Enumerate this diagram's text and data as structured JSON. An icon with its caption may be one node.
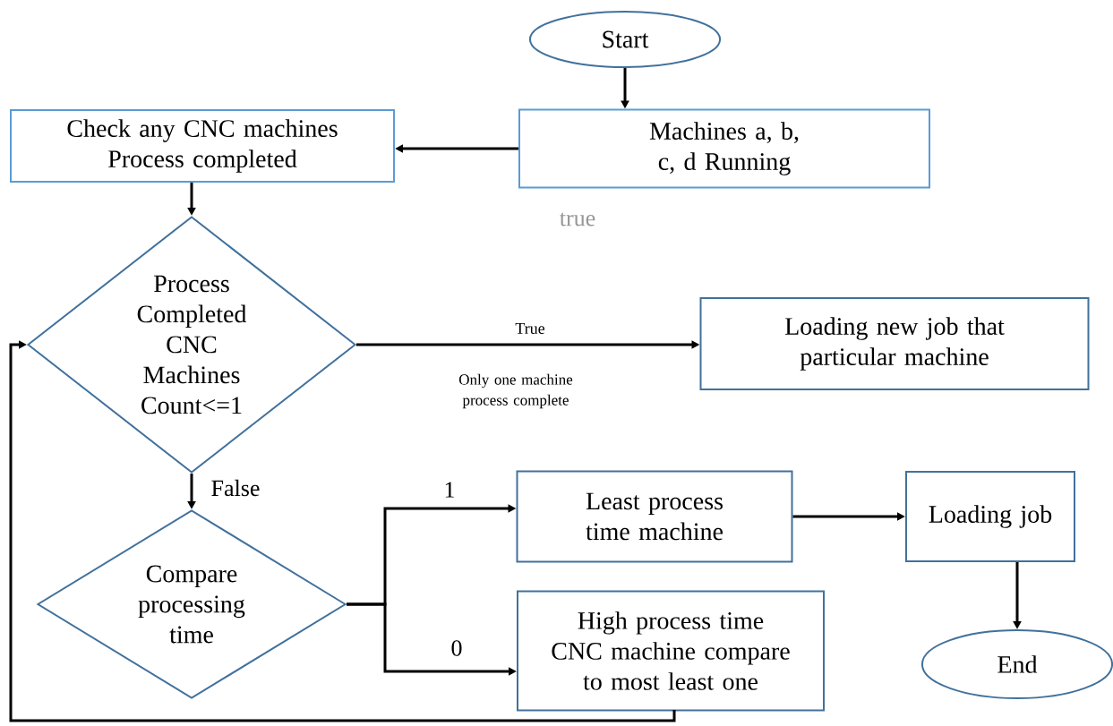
{
  "diagram": {
    "nodes": [
      {
        "text": [
          "Start"
        ]
      },
      {
        "text": [
          "Machines a, b, c, d Running"
        ]
      },
      {
        "text": [
          "Check any CNC machines Process completed"
        ]
      },
      {
        "text": [
          "Process Completed CNC Machines Count<=1"
        ]
      },
      {
        "text": [
          "Loading new job that particular machine"
        ]
      },
      {
        "text": [
          "Compare processing time"
        ]
      },
      {
        "text": [
          "Least process time machine"
        ]
      },
      {
        "text": [
          "High process time CNC machine compare to most least one"
        ]
      },
      {
        "text": [
          "Loading job"
        ]
      },
      {
        "text": [
          "End"
        ]
      }
    ],
    "edges": [
      {
        "from": 0,
        "to": 1,
        "arrow": "to"
      },
      {
        "from": 1,
        "to": 2,
        "arrow": "to"
      },
      {
        "from": 2,
        "to": 3,
        "arrow": "to"
      },
      {
        "from": 3,
        "to": 4,
        "arrow": "to",
        "label": "True"
      },
      {
        "from": 3,
        "to": 5,
        "arrow": "to",
        "label": "False"
      },
      {
        "from": 5,
        "to": 6,
        "arrow": "to",
        "label": "1"
      },
      {
        "from": 5,
        "to": 7,
        "arrow": "to",
        "label": "0"
      },
      {
        "from": 6,
        "to": 8,
        "arrow": "to"
      },
      {
        "from": 8,
        "to": 9,
        "arrow": "to"
      },
      {
        "from": 7,
        "to": 3,
        "arrow": "to"
      }
    ],
    "labels": [
      "true",
      "Only one machine process complete"
    ]
  }
}
